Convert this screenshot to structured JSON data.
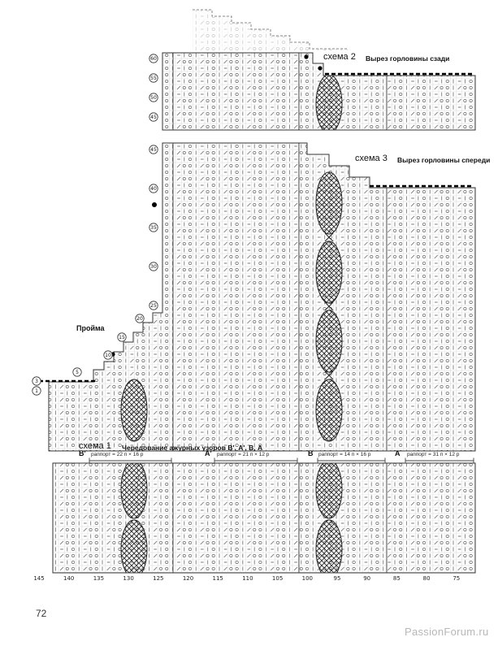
{
  "page": {
    "number": "72",
    "watermark": "PassionForum.ru"
  },
  "scheme2": {
    "title": "схема 2",
    "subtitle": "Вырез горловины сзади",
    "row_markers": [
      "60",
      "55",
      "50",
      "45"
    ]
  },
  "scheme3": {
    "title": "схема 3",
    "subtitle": "Вырез горловины спереди",
    "armhole_label": "Пройма",
    "row_markers_edge": [
      "45",
      "40",
      "35",
      "30",
      "25"
    ],
    "row_markers_steps": [
      "20",
      "15",
      "10",
      "5",
      "3",
      "1"
    ]
  },
  "scheme1": {
    "title": "схема 1",
    "subtitle": "Чередование ажурных узоров В', А', В, А",
    "sections": [
      {
        "label": "В'",
        "rapport": "раппорт = 22 п × 16 р"
      },
      {
        "label": "А'",
        "rapport": "раппорт = 21 п × 12 р"
      },
      {
        "label": "В",
        "rapport": "раппорт = 14 п × 16 р"
      },
      {
        "label": "А",
        "rapport": "раппорт = 31 п × 12 р"
      }
    ],
    "x_axis": [
      "145",
      "140",
      "135",
      "130",
      "125",
      "120",
      "115",
      "110",
      "105",
      "100",
      "95",
      "90",
      "85",
      "80",
      "75"
    ]
  }
}
